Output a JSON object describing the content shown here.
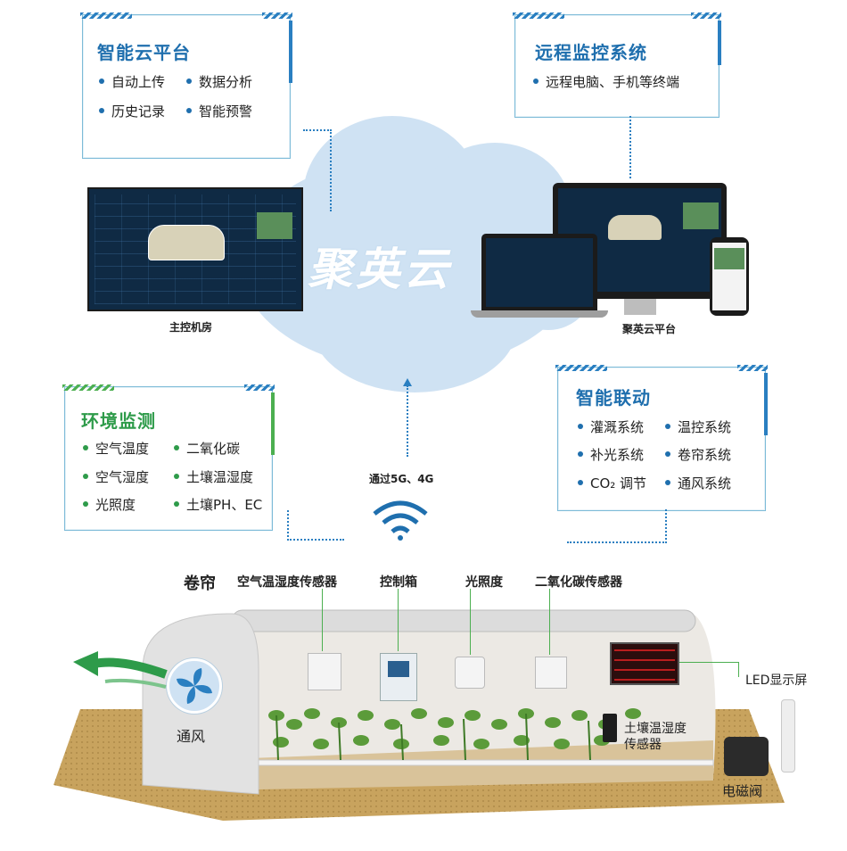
{
  "cloud_watermark": "聚英云",
  "cloud_platform": {
    "title": "智能云平台",
    "items": [
      "自动上传",
      "数据分析",
      "历史记录",
      "智能预警"
    ]
  },
  "remote_monitoring": {
    "title": "远程监控系统",
    "items": [
      "远程电脑、手机等终端"
    ]
  },
  "screens": {
    "main_room_caption": "主控机房",
    "platform_caption": "聚英云平台"
  },
  "environment": {
    "title": "环境监测",
    "items": [
      "空气温度",
      "二氧化碳",
      "空气湿度",
      "土壤温湿度",
      "光照度",
      "土壤PH、EC"
    ]
  },
  "linkage": {
    "title": "智能联动",
    "items": [
      "灌溉系统",
      "温控系统",
      "补光系统",
      "卷帘系统",
      "CO₂ 调节",
      "通风系统"
    ]
  },
  "network_label": "通过5G、4G",
  "greenhouse": {
    "curtain": "卷帘",
    "air_sensor": "空气温湿度传感器",
    "control_box": "控制箱",
    "light": "光照度",
    "co2_sensor": "二氧化碳传感器",
    "led": "LED显示屏",
    "soil_sensor_1": "土壤温湿度",
    "soil_sensor_2": "传感器",
    "ventilation": "通风",
    "valve": "电磁阀"
  },
  "colors": {
    "accent_blue": "#1f6fae",
    "accent_green": "#2e9b4a",
    "cloud": "#cfe2f3"
  }
}
